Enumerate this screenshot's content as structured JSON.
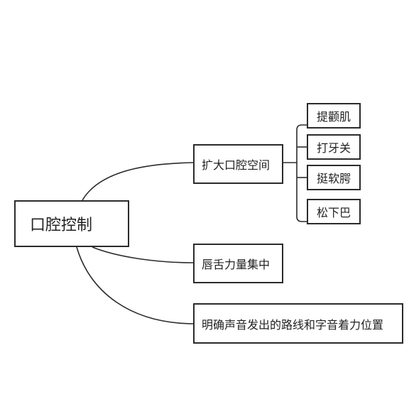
{
  "diagram": {
    "root": {
      "label": "口腔控制"
    },
    "branches": [
      {
        "label": "扩大口腔空间",
        "children": [
          "提颧肌",
          "打牙关",
          "挺软腭",
          "松下巴"
        ]
      },
      {
        "label": "唇舌力量集中"
      },
      {
        "label": "明确声音发出的路线和字音着力位置"
      }
    ]
  },
  "colors": {
    "line": "#2b2b2b",
    "border": "#2b2b2b",
    "background": "#ffffff",
    "text": "#222222"
  }
}
